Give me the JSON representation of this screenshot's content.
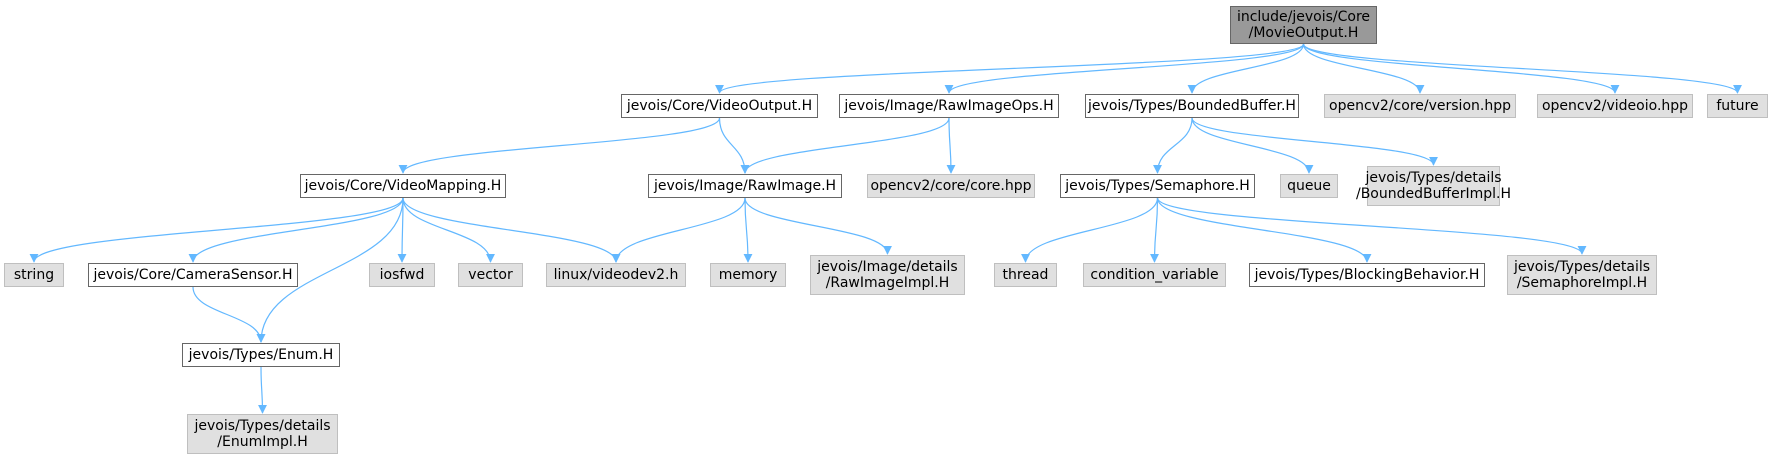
{
  "colors": {
    "edge": "#63b8ff",
    "root_fill": "#999999",
    "local_fill": "#ffffff",
    "local_border": "#666666",
    "external_fill": "#e0e0e0",
    "external_border": "#bfbfbf"
  },
  "nodes": {
    "root": {
      "line1": "include/jevois/Core",
      "line2": "/MovieOutput.H",
      "kind": "root"
    },
    "video_output": {
      "line1": "jevois/Core/VideoOutput.H",
      "kind": "local"
    },
    "raw_image_ops": {
      "line1": "jevois/Image/RawImageOps.H",
      "kind": "local"
    },
    "bounded_buffer": {
      "line1": "jevois/Types/BoundedBuffer.H",
      "kind": "local"
    },
    "opencv_version": {
      "line1": "opencv2/core/version.hpp",
      "kind": "external"
    },
    "opencv_videoio": {
      "line1": "opencv2/videoio.hpp",
      "kind": "external"
    },
    "future": {
      "line1": "future",
      "kind": "external"
    },
    "video_mapping": {
      "line1": "jevois/Core/VideoMapping.H",
      "kind": "local"
    },
    "raw_image": {
      "line1": "jevois/Image/RawImage.H",
      "kind": "local"
    },
    "opencv_core": {
      "line1": "opencv2/core/core.hpp",
      "kind": "external"
    },
    "semaphore": {
      "line1": "jevois/Types/Semaphore.H",
      "kind": "local"
    },
    "queue": {
      "line1": "queue",
      "kind": "external"
    },
    "bounded_buffer_impl": {
      "line1": "jevois/Types/details",
      "line2": "/BoundedBufferImpl.H",
      "kind": "external"
    },
    "string": {
      "line1": "string",
      "kind": "external"
    },
    "camera_sensor": {
      "line1": "jevois/Core/CameraSensor.H",
      "kind": "local"
    },
    "iosfwd": {
      "line1": "iosfwd",
      "kind": "external"
    },
    "vector": {
      "line1": "vector",
      "kind": "external"
    },
    "videodev2": {
      "line1": "linux/videodev2.h",
      "kind": "external"
    },
    "memory": {
      "line1": "memory",
      "kind": "external"
    },
    "raw_image_impl": {
      "line1": "jevois/Image/details",
      "line2": "/RawImageImpl.H",
      "kind": "external"
    },
    "thread": {
      "line1": "thread",
      "kind": "external"
    },
    "condition_variable": {
      "line1": "condition_variable",
      "kind": "external"
    },
    "blocking_behavior": {
      "line1": "jevois/Types/BlockingBehavior.H",
      "kind": "local"
    },
    "semaphore_impl": {
      "line1": "jevois/Types/details",
      "line2": "/SemaphoreImpl.H",
      "kind": "external"
    },
    "enum": {
      "line1": "jevois/Types/Enum.H",
      "kind": "local"
    },
    "enum_impl": {
      "line1": "jevois/Types/details",
      "line2": "/EnumImpl.H",
      "kind": "external"
    }
  },
  "edges": [
    [
      "root",
      "video_output"
    ],
    [
      "root",
      "raw_image_ops"
    ],
    [
      "root",
      "bounded_buffer"
    ],
    [
      "root",
      "opencv_version"
    ],
    [
      "root",
      "opencv_videoio"
    ],
    [
      "root",
      "future"
    ],
    [
      "video_output",
      "video_mapping"
    ],
    [
      "video_output",
      "raw_image"
    ],
    [
      "raw_image_ops",
      "raw_image"
    ],
    [
      "raw_image_ops",
      "opencv_core"
    ],
    [
      "bounded_buffer",
      "semaphore"
    ],
    [
      "bounded_buffer",
      "queue"
    ],
    [
      "bounded_buffer",
      "bounded_buffer_impl"
    ],
    [
      "video_mapping",
      "string"
    ],
    [
      "video_mapping",
      "camera_sensor"
    ],
    [
      "video_mapping",
      "enum"
    ],
    [
      "video_mapping",
      "iosfwd"
    ],
    [
      "video_mapping",
      "vector"
    ],
    [
      "video_mapping",
      "videodev2"
    ],
    [
      "raw_image",
      "videodev2"
    ],
    [
      "raw_image",
      "memory"
    ],
    [
      "raw_image",
      "raw_image_impl"
    ],
    [
      "semaphore",
      "thread"
    ],
    [
      "semaphore",
      "condition_variable"
    ],
    [
      "semaphore",
      "blocking_behavior"
    ],
    [
      "semaphore",
      "semaphore_impl"
    ],
    [
      "camera_sensor",
      "enum"
    ],
    [
      "enum",
      "enum_impl"
    ]
  ]
}
